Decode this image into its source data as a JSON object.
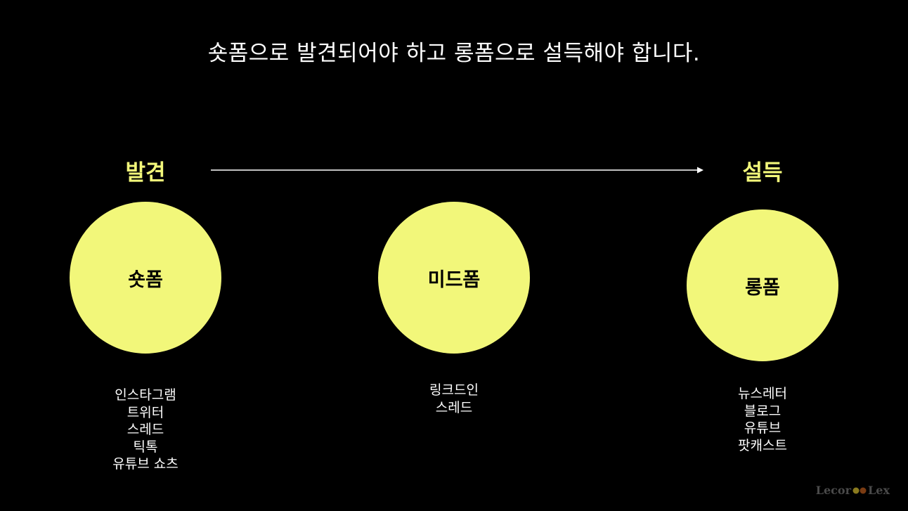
{
  "slide": {
    "headline": "숏폼으로 발견되어야 하고 롱폼으로 설득해야 합니다.",
    "stage_start": "발견",
    "stage_end": "설득"
  },
  "colors": {
    "background": "#000000",
    "accent": "#F2F77A",
    "text": "#FFFFFF"
  },
  "formats": [
    {
      "label": "숏폼",
      "platforms": [
        "인스타그램",
        "트위터",
        "스레드",
        "틱톡",
        "유튜브 쇼츠"
      ]
    },
    {
      "label": "미드폼",
      "platforms": [
        "링크드인",
        "스레드"
      ]
    },
    {
      "label": "롱폼",
      "platforms": [
        "뉴스레터",
        "블로그",
        "유튜브",
        "팟캐스트"
      ]
    }
  ],
  "logo": {
    "left": "Lecor",
    "right": "Lex"
  }
}
